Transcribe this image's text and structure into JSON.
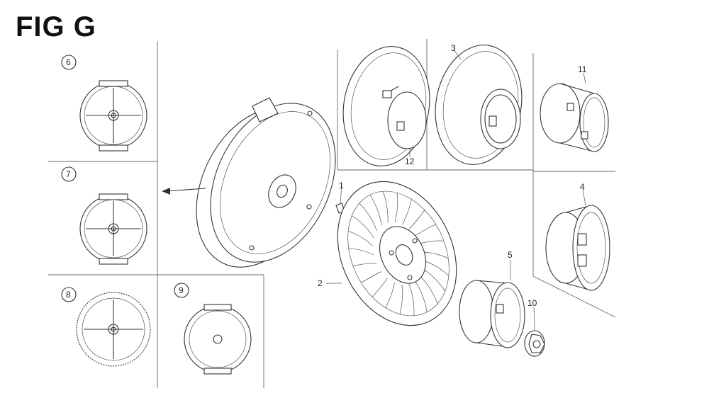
{
  "figure": {
    "title": "FIG G"
  },
  "callouts": {
    "c1": "1",
    "c2": "2",
    "c3": "3",
    "c4": "4",
    "c5": "5",
    "c6": "6",
    "c7": "7",
    "c8": "8",
    "c9": "9",
    "c10": "10",
    "c11": "11",
    "c12": "12"
  }
}
